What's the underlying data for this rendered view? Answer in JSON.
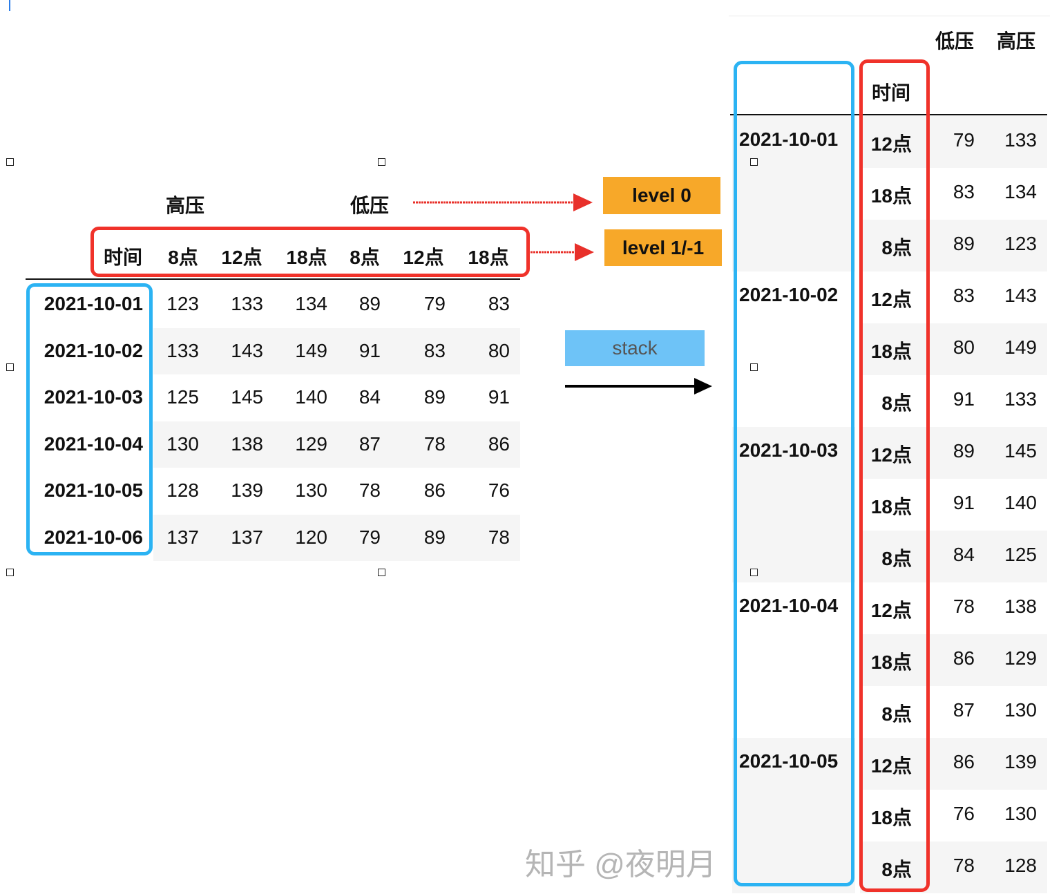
{
  "left_table": {
    "header_level0": [
      "高压",
      "低压"
    ],
    "header_level1_name": "时间",
    "header_level1": [
      "8点",
      "12点",
      "18点",
      "8点",
      "12点",
      "18点"
    ],
    "rows": [
      {
        "index": "2021-10-01",
        "values": [
          "123",
          "133",
          "134",
          "89",
          "79",
          "83"
        ]
      },
      {
        "index": "2021-10-02",
        "values": [
          "133",
          "143",
          "149",
          "91",
          "83",
          "80"
        ]
      },
      {
        "index": "2021-10-03",
        "values": [
          "125",
          "145",
          "140",
          "84",
          "89",
          "91"
        ]
      },
      {
        "index": "2021-10-04",
        "values": [
          "130",
          "138",
          "129",
          "87",
          "78",
          "86"
        ]
      },
      {
        "index": "2021-10-05",
        "values": [
          "128",
          "139",
          "130",
          "78",
          "86",
          "76"
        ]
      },
      {
        "index": "2021-10-06",
        "values": [
          "137",
          "137",
          "120",
          "79",
          "89",
          "78"
        ]
      }
    ]
  },
  "annotations": {
    "level0_label": "level 0",
    "level1_label": "level 1/-1",
    "stack_label": "stack",
    "orange": "#f7a829",
    "blue_tag": "#6ec3f7",
    "box_blue": "#2bb3f3",
    "box_red": "#f0322a"
  },
  "right_table": {
    "columns": [
      "低压",
      "高压"
    ],
    "index_name": "时间",
    "groups": [
      {
        "date": "2021-10-01",
        "rows": [
          [
            "12点",
            "79",
            "133"
          ],
          [
            "18点",
            "83",
            "134"
          ],
          [
            "8点",
            "89",
            "123"
          ]
        ]
      },
      {
        "date": "2021-10-02",
        "rows": [
          [
            "12点",
            "83",
            "143"
          ],
          [
            "18点",
            "80",
            "149"
          ],
          [
            "8点",
            "91",
            "133"
          ]
        ]
      },
      {
        "date": "2021-10-03",
        "rows": [
          [
            "12点",
            "89",
            "145"
          ],
          [
            "18点",
            "91",
            "140"
          ],
          [
            "8点",
            "84",
            "125"
          ]
        ]
      },
      {
        "date": "2021-10-04",
        "rows": [
          [
            "12点",
            "78",
            "138"
          ],
          [
            "18点",
            "86",
            "129"
          ],
          [
            "8点",
            "87",
            "130"
          ]
        ]
      },
      {
        "date": "2021-10-05",
        "rows": [
          [
            "12点",
            "86",
            "139"
          ],
          [
            "18点",
            "76",
            "130"
          ],
          [
            "8点",
            "78",
            "128"
          ]
        ]
      }
    ]
  },
  "watermark": "知乎 @夜明月"
}
